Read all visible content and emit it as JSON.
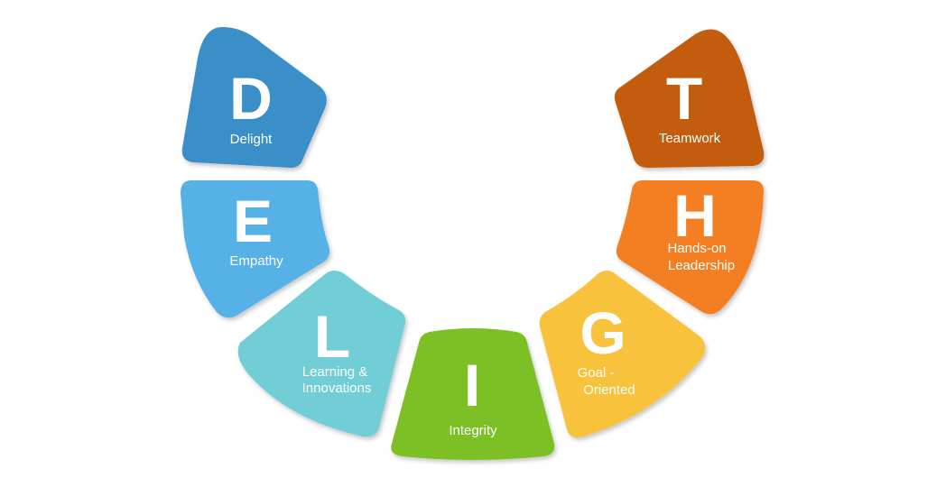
{
  "tiles": [
    {
      "letter": "D",
      "lines": [
        "Delight"
      ],
      "color": "#3a8fc8"
    },
    {
      "letter": "E",
      "lines": [
        "Empathy"
      ],
      "color": "#55b1e6"
    },
    {
      "letter": "L",
      "lines": [
        "Learning &",
        "Innovations"
      ],
      "color": "#71cdd6"
    },
    {
      "letter": "I",
      "lines": [
        "Integrity"
      ],
      "color": "#7cc027"
    },
    {
      "letter": "G",
      "lines": [
        "Goal -",
        "Oriented"
      ],
      "color": "#f8c23e"
    },
    {
      "letter": "H",
      "lines": [
        "Hands-on",
        "Leadership"
      ],
      "color": "#f47f23"
    },
    {
      "letter": "T",
      "lines": [
        "Teamwork"
      ],
      "color": "#c45c0c"
    }
  ]
}
